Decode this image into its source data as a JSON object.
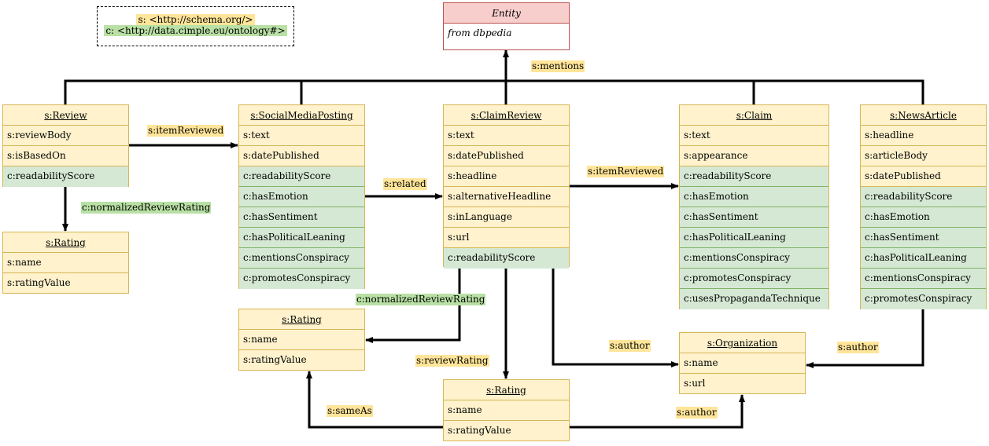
{
  "legend": {
    "schema_prefix": "s: <http://schema.org/>",
    "cimple_prefix": "c: <http://data.cimple.eu/ontology#>"
  },
  "classes": {
    "entity": {
      "title": "Entity",
      "rows": [
        "from dbpedia"
      ]
    },
    "review": {
      "title": "s:Review",
      "rows": [
        "s:reviewBody",
        "s:isBasedOn",
        "c:readabilityScore"
      ]
    },
    "review_rating": {
      "title": "s:Rating",
      "rows": [
        "s:name",
        "s:ratingValue"
      ]
    },
    "social_media_posting": {
      "title": "s:SocialMediaPosting",
      "rows": [
        "s:text",
        "s:datePublished",
        "c:readabilityScore",
        "c:hasEmotion",
        "c:hasSentiment",
        "c:hasPoliticalLeaning",
        "c:mentionsConspiracy",
        "c:promotesConspiracy"
      ]
    },
    "smp_rating": {
      "title": "s:Rating",
      "rows": [
        "s:name",
        "s:ratingValue"
      ]
    },
    "claim_review": {
      "title": "s:ClaimReview",
      "rows": [
        "s:text",
        "s:datePublished",
        "s:headline",
        "s:alternativeHeadline",
        "s:inLanguage",
        "s:url",
        "c:readabilityScore"
      ]
    },
    "claim_review_rating": {
      "title": "s:Rating",
      "rows": [
        "s:name",
        "s:ratingValue"
      ]
    },
    "claim": {
      "title": "s:Claim",
      "rows": [
        "s:text",
        "s:appearance",
        "c:readabilityScore",
        "c:hasEmotion",
        "c:hasSentiment",
        "c:hasPoliticalLeaning",
        "c:mentionsConspiracy",
        "c:promotesConspiracy",
        "c:usesPropagandaTechnique"
      ]
    },
    "organization": {
      "title": "s:Organization",
      "rows": [
        "s:name",
        "s:url"
      ]
    },
    "news_article": {
      "title": "s:NewsArticle",
      "rows": [
        "s:headline",
        "s:articleBody",
        "s:datePublished",
        "c:readabilityScore",
        "c:hasEmotion",
        "c:hasSentiment",
        "c:hasPoliticalLeaning",
        "c:mentionsConspiracy",
        "c:promotesConspiracy"
      ]
    }
  },
  "edge_labels": {
    "mentions": "s:mentions",
    "item_reviewed_review": "s:itemReviewed",
    "normalized_rating_review": "c:normalizedReviewRating",
    "related": "s:related",
    "item_reviewed_claim": "s:itemReviewed",
    "normalized_rating_claim_review": "c:normalizedReviewRating",
    "review_rating": "s:reviewRating",
    "author_claim_review": "s:author",
    "author_news_article": "s:author",
    "same_as": "s:sameAs",
    "author_rating": "s:author"
  },
  "colors": {
    "schema_fill": "#fff2cc",
    "cimple_fill": "#d5e8d4",
    "entity_fill": "#f8cecc",
    "schema_label_bg": "#ffe599",
    "cimple_label_bg": "#b9e0a5"
  }
}
